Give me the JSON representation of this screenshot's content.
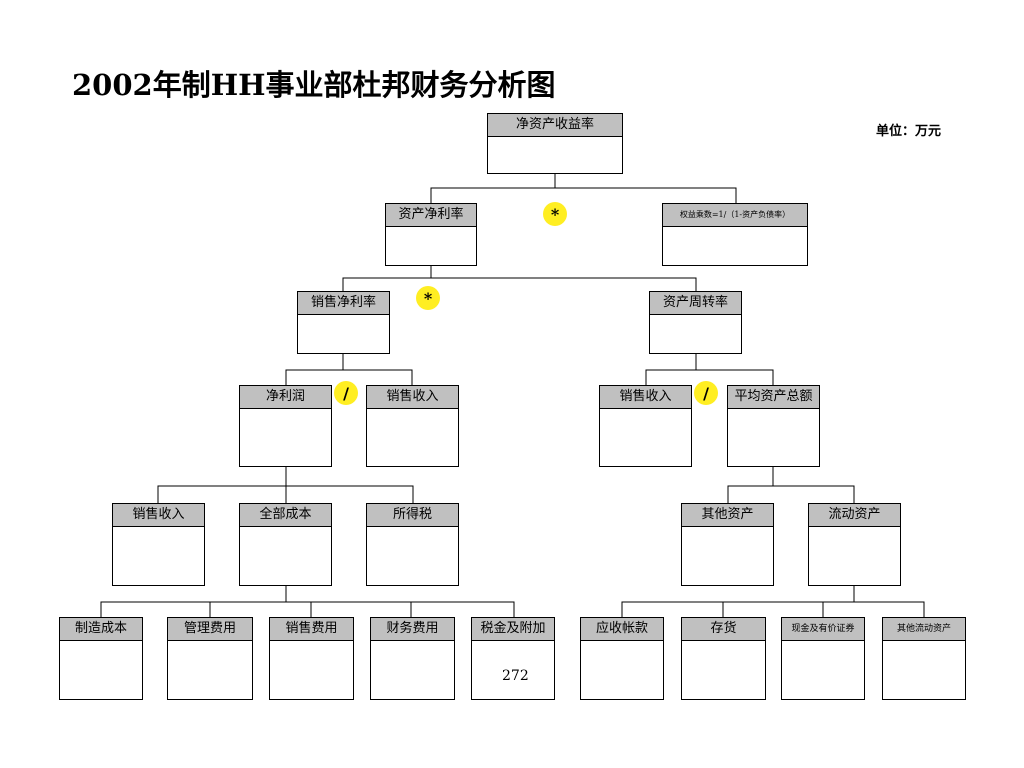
{
  "title": "2002年制HH事业部杜邦财务分析图",
  "unit": "单位：万元",
  "page_number": "272",
  "nodes": {
    "roe": "净资产收益率",
    "roa": "资产净利率",
    "equity_multiplier": "权益乘数=1/（1-资产负债率）",
    "net_margin": "销售净利率",
    "asset_turnover": "资产周转率",
    "net_profit": "净利润",
    "sales_revenue_1": "销售收入",
    "sales_revenue_2": "销售收入",
    "avg_total_assets": "平均资产总额",
    "sales_revenue_3": "销售收入",
    "total_cost": "全部成本",
    "income_tax": "所得税",
    "other_assets": "其他资产",
    "current_assets": "流动资产",
    "manufacturing_cost": "制造成本",
    "admin_expense": "管理费用",
    "selling_expense": "销售费用",
    "financial_expense": "财务费用",
    "taxes_surcharges": "税金及附加",
    "receivables": "应收帐款",
    "inventory": "存货",
    "cash_securities": "现金及有价证券",
    "other_current_assets": "其他流动资产"
  },
  "operators": {
    "multiply_1": "*",
    "multiply_2": "*",
    "divide_1": "/",
    "divide_2": "/"
  },
  "colors": {
    "label_bg": "#c0c0c0",
    "operator_bg": "#ffee22"
  }
}
